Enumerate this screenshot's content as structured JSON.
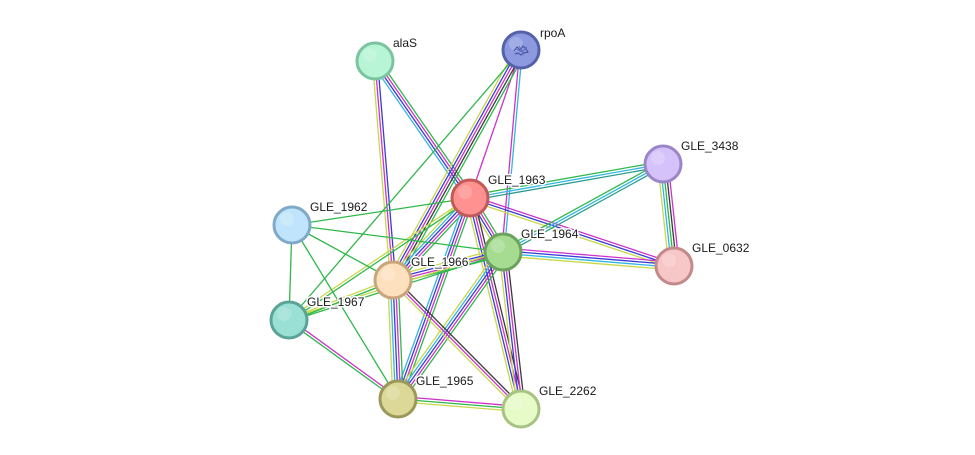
{
  "network": {
    "nodes": [
      {
        "id": "rpoA",
        "label": "rpoA",
        "fill": "#8e9ae0",
        "stroke": "#5562a8",
        "has_structure": true
      },
      {
        "id": "alaS",
        "label": "alaS",
        "fill": "#b8f5d6",
        "stroke": "#7cc4a0"
      },
      {
        "id": "GLE_1963",
        "label": "GLE_1963",
        "fill": "#ff9191",
        "stroke": "#c25a5a"
      },
      {
        "id": "GLE_3438",
        "label": "GLE_3438",
        "fill": "#d5c2fb",
        "stroke": "#9a86c8"
      },
      {
        "id": "GLE_1962",
        "label": "GLE_1962",
        "fill": "#bfe4fb",
        "stroke": "#7fa9c7"
      },
      {
        "id": "GLE_1964",
        "label": "GLE_1964",
        "fill": "#a5dc92",
        "stroke": "#6ba35b"
      },
      {
        "id": "GLE_0632",
        "label": "GLE_0632",
        "fill": "#f7c6c6",
        "stroke": "#c48a8a"
      },
      {
        "id": "GLE_1966",
        "label": "GLE_1966",
        "fill": "#fde1bf",
        "stroke": "#c9a57c"
      },
      {
        "id": "GLE_1967",
        "label": "GLE_1967",
        "fill": "#9be0d5",
        "stroke": "#5aa396"
      },
      {
        "id": "GLE_1965",
        "label": "GLE_1965",
        "fill": "#dcd897",
        "stroke": "#9c985a"
      },
      {
        "id": "GLE_2262",
        "label": "GLE_2262",
        "fill": "#e6fbc8",
        "stroke": "#a6c383"
      }
    ],
    "edge_colors": {
      "green": "#2fb84a",
      "blue": "#3a3ad8",
      "magenta": "#cc33cc",
      "yellow": "#c8d84a",
      "cyan": "#33b5e5",
      "black": "#3a3a3a",
      "teal": "#2a9d8f"
    },
    "edges": [
      {
        "source": "alaS",
        "target": "GLE_1963",
        "colors": [
          "green",
          "magenta",
          "blue",
          "cyan"
        ]
      },
      {
        "source": "alaS",
        "target": "GLE_1966",
        "colors": [
          "blue",
          "magenta",
          "yellow"
        ]
      },
      {
        "source": "rpoA",
        "target": "GLE_1963",
        "colors": [
          "magenta"
        ]
      },
      {
        "source": "rpoA",
        "target": "GLE_1964",
        "colors": [
          "cyan",
          "magenta"
        ]
      },
      {
        "source": "rpoA",
        "target": "GLE_1966",
        "colors": [
          "green",
          "black",
          "magenta",
          "blue",
          "yellow"
        ]
      },
      {
        "source": "rpoA",
        "target": "GLE_1967",
        "colors": [
          "green"
        ]
      },
      {
        "source": "GLE_1963",
        "target": "GLE_3438",
        "colors": [
          "green",
          "cyan",
          "teal"
        ]
      },
      {
        "source": "GLE_1963",
        "target": "GLE_0632",
        "colors": [
          "magenta",
          "blue",
          "yellow"
        ]
      },
      {
        "source": "GLE_1963",
        "target": "GLE_1964",
        "colors": [
          "green",
          "magenta",
          "blue",
          "yellow"
        ]
      },
      {
        "source": "GLE_1963",
        "target": "GLE_1966",
        "colors": [
          "green",
          "magenta",
          "blue",
          "cyan",
          "yellow"
        ]
      },
      {
        "source": "GLE_1963",
        "target": "GLE_1962",
        "colors": [
          "green"
        ]
      },
      {
        "source": "GLE_1963",
        "target": "GLE_1967",
        "colors": [
          "green",
          "yellow"
        ]
      },
      {
        "source": "GLE_1963",
        "target": "GLE_1965",
        "colors": [
          "green",
          "magenta",
          "blue",
          "cyan"
        ]
      },
      {
        "source": "GLE_1963",
        "target": "GLE_2262",
        "colors": [
          "black",
          "magenta",
          "blue",
          "yellow"
        ]
      },
      {
        "source": "GLE_1964",
        "target": "GLE_3438",
        "colors": [
          "green",
          "cyan",
          "teal"
        ]
      },
      {
        "source": "GLE_1964",
        "target": "GLE_0632",
        "colors": [
          "magenta",
          "blue",
          "cyan",
          "yellow"
        ]
      },
      {
        "source": "GLE_1964",
        "target": "GLE_1966",
        "colors": [
          "green",
          "magenta",
          "blue",
          "yellow"
        ]
      },
      {
        "source": "GLE_1964",
        "target": "GLE_1962",
        "colors": [
          "green"
        ]
      },
      {
        "source": "GLE_1964",
        "target": "GLE_1967",
        "colors": [
          "green",
          "yellow"
        ]
      },
      {
        "source": "GLE_1964",
        "target": "GLE_1965",
        "colors": [
          "green",
          "magenta",
          "blue",
          "cyan",
          "yellow"
        ]
      },
      {
        "source": "GLE_1964",
        "target": "GLE_2262",
        "colors": [
          "black",
          "magenta",
          "blue",
          "yellow"
        ]
      },
      {
        "source": "GLE_3438",
        "target": "GLE_0632",
        "colors": [
          "magenta",
          "black",
          "green",
          "cyan",
          "yellow"
        ]
      },
      {
        "source": "GLE_1962",
        "target": "GLE_1966",
        "colors": [
          "green"
        ]
      },
      {
        "source": "GLE_1962",
        "target": "GLE_1967",
        "colors": [
          "green"
        ]
      },
      {
        "source": "GLE_1962",
        "target": "GLE_1965",
        "colors": [
          "green"
        ]
      },
      {
        "source": "GLE_1966",
        "target": "GLE_1967",
        "colors": [
          "green",
          "yellow"
        ]
      },
      {
        "source": "GLE_1966",
        "target": "GLE_1965",
        "colors": [
          "green",
          "magenta",
          "blue",
          "cyan",
          "yellow"
        ]
      },
      {
        "source": "GLE_1966",
        "target": "GLE_2262",
        "colors": [
          "black",
          "magenta",
          "yellow"
        ]
      },
      {
        "source": "GLE_1967",
        "target": "GLE_1965",
        "colors": [
          "magenta",
          "green"
        ]
      },
      {
        "source": "GLE_1965",
        "target": "GLE_2262",
        "colors": [
          "magenta",
          "green",
          "yellow"
        ]
      }
    ]
  }
}
